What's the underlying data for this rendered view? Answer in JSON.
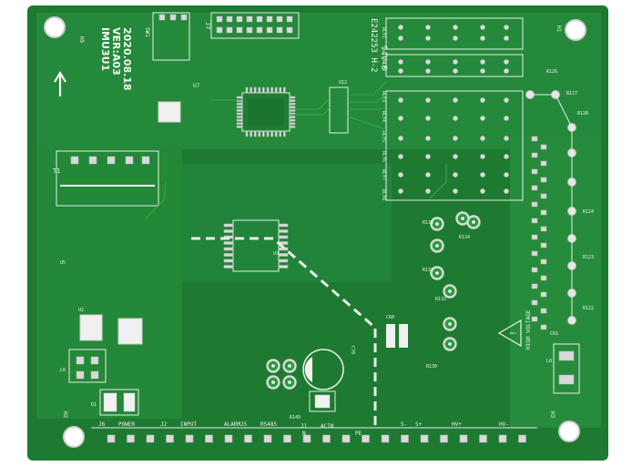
{
  "board": {
    "name": "IMU3U1",
    "version": "VER:A03",
    "date": "2020.08.18",
    "colors": {
      "substrate": "#1d7a30",
      "copper": "#2a9c3e",
      "silkscreen": "#eef3ee",
      "pad": "#d9d9d9"
    }
  },
  "cert": {
    "line1": "E242253 H-2",
    "line2": "94V-0"
  },
  "hv_warning": "HIGH VOLTAGE",
  "refs": {
    "sw1": "SW1",
    "j7": "J7",
    "u12": "U12",
    "u3": "U3",
    "u7": "U7",
    "t1": "T1",
    "r126": "R126",
    "r127": "R127",
    "r128": "R128",
    "r124": "R124",
    "r123": "R123",
    "r122": "R122",
    "c70": "C70",
    "c68": "C68",
    "d1": "D1",
    "h1": "H1",
    "h2": "H2",
    "h3": "H3",
    "h5": "H5",
    "r149": "R149",
    "r130": "R130",
    "r131": "R131",
    "r132": "R132",
    "r133": "R133",
    "r134": "R134",
    "rly1": "RLY1",
    "rly2": "RLY2",
    "rly3": "RLY3",
    "rly4": "RLY4",
    "rly5": "RLY5",
    "rly6": "RLY6",
    "rly7": "RLY7",
    "rly8": "RLY8",
    "l6": "L6",
    "l8": "L8",
    "c61": "C61",
    "u2": "U2",
    "u5": "U5"
  },
  "connectors": [
    {
      "ref": "J6",
      "label": "POWER"
    },
    {
      "ref": "J2",
      "label": "INPUT"
    },
    {
      "ref": "",
      "label": "ALARM"
    },
    {
      "ref": "J5",
      "label": "RS485"
    },
    {
      "ref": "J1",
      "label": "ACIN"
    },
    {
      "ref": "",
      "label": "N"
    },
    {
      "ref": "",
      "label": "PE"
    },
    {
      "ref": "",
      "label": "S+"
    },
    {
      "ref": "",
      "label": "S-"
    },
    {
      "ref": "",
      "label": "HV+"
    },
    {
      "ref": "",
      "label": "HV-"
    }
  ]
}
